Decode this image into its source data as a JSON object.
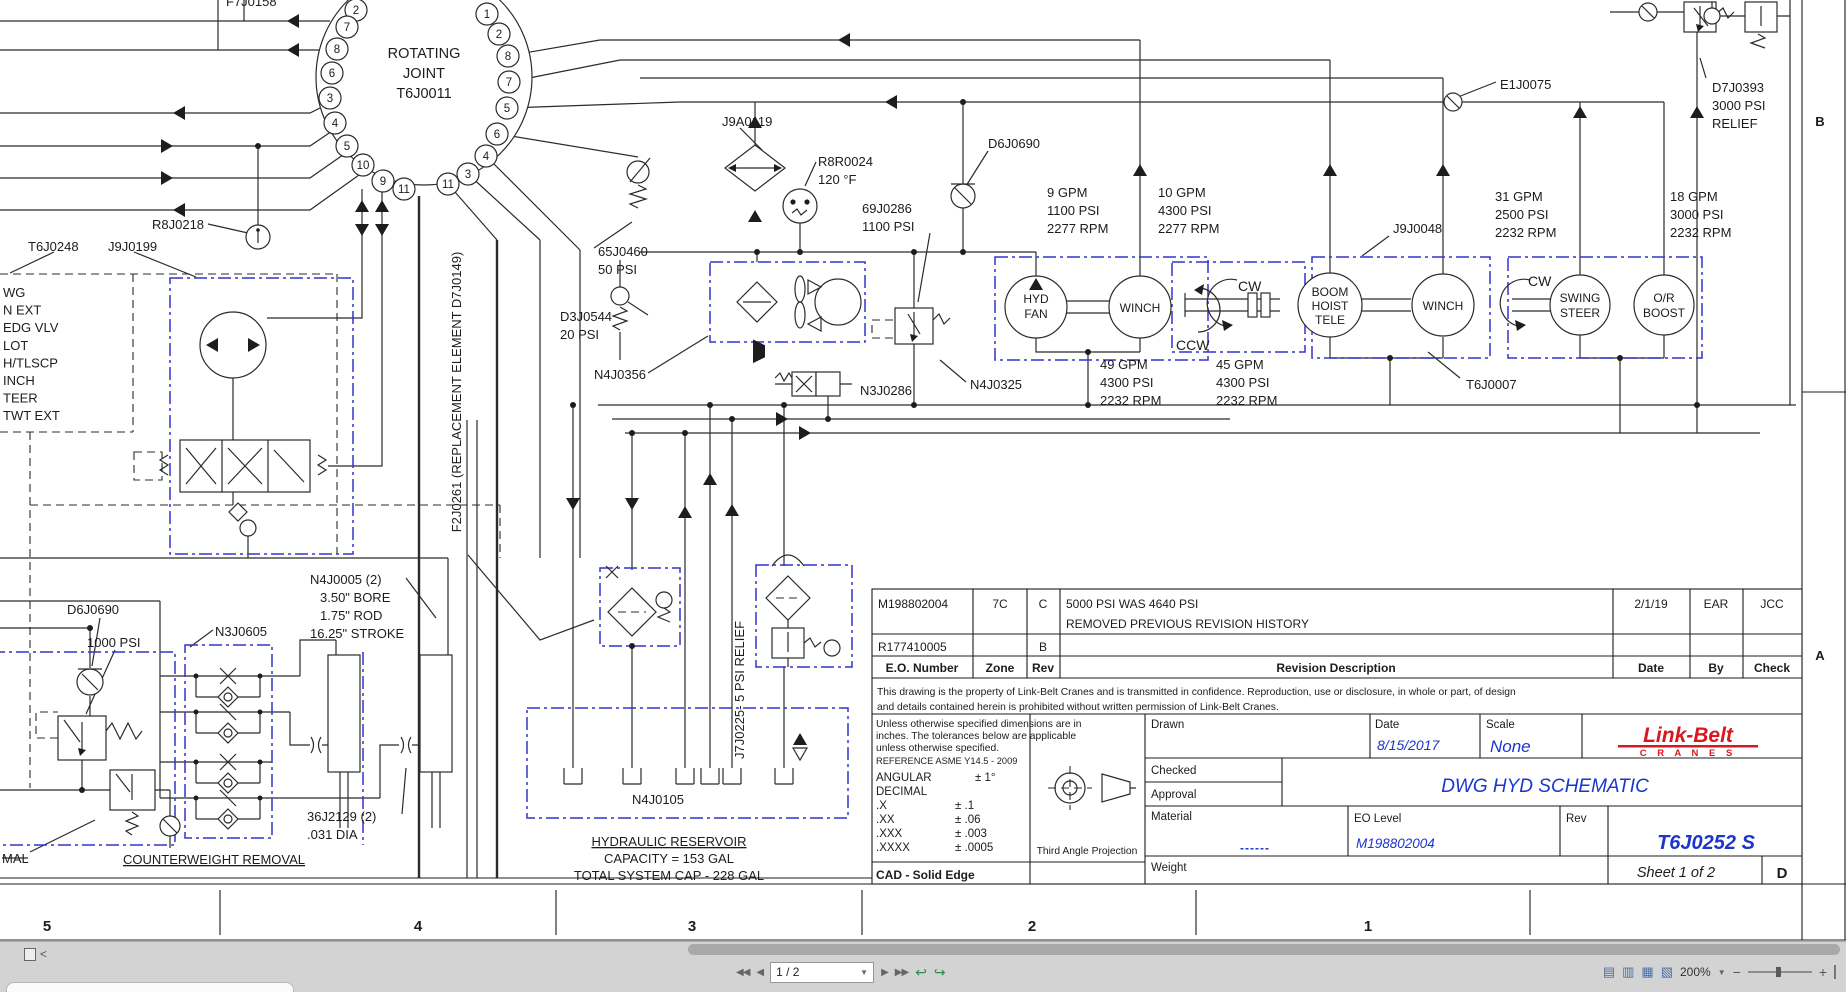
{
  "toolbar": {
    "page": "1 / 2",
    "zoom": "200%",
    "collapse": "<",
    "first": "◀◀",
    "prev": "◀",
    "next": "▶",
    "last": "▶▶",
    "caret": "▼",
    "hist_back": "↩",
    "hist_fwd": "↪",
    "view_icons": [
      "▤",
      "▥",
      "▦",
      "▧"
    ],
    "minus": "−",
    "plus": "+"
  },
  "sheet": {
    "cols": [
      "5",
      "4",
      "3",
      "2",
      "1"
    ],
    "row_b": "B",
    "row_a": "A"
  },
  "joint": {
    "l1": "ROTATING",
    "l2": "JOINT",
    "l3": "T6J0011",
    "left_ports": [
      "2",
      "7",
      "8",
      "6",
      "3",
      "4",
      "5",
      "10",
      "9",
      "11"
    ],
    "right_ports": [
      "1",
      "2",
      "8",
      "7",
      "5",
      "6",
      "4",
      "3",
      "11"
    ]
  },
  "left_panel": [
    "WG",
    "N EXT",
    "EDG VLV",
    "LOT",
    "H/TLSCP",
    "INCH",
    "TEER",
    "TWT EXT"
  ],
  "labels": {
    "f7j0158": "F7J0158",
    "r8j0218": "R8J0218",
    "t6j0248": "T6J0248",
    "j9j0199": "J9J0199",
    "j9a0119": "J9A0119",
    "r8r0024": "R8R0024",
    "r8r0024_temp": "120 °F",
    "l65j0460": "65J0460",
    "l65j0460_psi": "50 PSI",
    "d3j0544": "D3J0544",
    "d3j0544_psi": "20 PSI",
    "n4j0356": "N4J0356",
    "d6j0690_top": "D6J0690",
    "l69j0286": "69J0286",
    "l69j0286_psi": "1100 PSI",
    "p1_gpm": "9 GPM",
    "p1_psi": "1100 PSI",
    "p1_rpm": "2277 RPM",
    "p2_gpm": "10 GPM",
    "p2_psi": "4300 PSI",
    "p2_rpm": "2277 RPM",
    "p3_gpm": "31 GPM",
    "p3_psi": "2500 PSI",
    "p3_rpm": "2232 RPM",
    "p4_gpm": "18 GPM",
    "p4_psi": "3000 PSI",
    "p4_rpm": "2232 RPM",
    "p5_gpm": "49 GPM",
    "p5_psi": "4300 PSI",
    "p5_rpm": "2232 RPM",
    "p6_gpm": "45 GPM",
    "p6_psi": "4300 PSI",
    "p6_rpm": "2232 RPM",
    "hyd1": "HYD",
    "hyd2": "FAN",
    "winch1": "WINCH",
    "boom1": "BOOM",
    "boom2": "HOIST",
    "boom3": "TELE",
    "winch2": "WINCH",
    "swing1": "SWING",
    "swing2": "STEER",
    "boost1": "O/R",
    "boost2": "BOOST",
    "ccw": "CCW",
    "cw1": "CW",
    "cw2": "CW",
    "j9j0048": "J9J0048",
    "n3j0286": "N3J0286",
    "n4j0325": "N4J0325",
    "t6j0007": "T6J0007",
    "e1j0075": "E1J0075",
    "d7j0393_1": "D7J0393",
    "d7j0393_2": "3000 PSI",
    "d7j0393_3": "RELIEF",
    "f2j0261": "F2J0261 (REPLACEMENT ELEMENT D7J0149)",
    "j7j0225": "J7J0225- 5 PSI RELIEF",
    "n4j0005_1": "N4J0005 (2)",
    "n4j0005_2": "3.50\" BORE",
    "n4j0005_3": "1.75\" ROD",
    "n4j0005_4": "16.25\" STROKE",
    "d6j0690_bot": "D6J0690",
    "psi1000": "1000 PSI",
    "n3j0605": "N3J0605",
    "j36j2129": "36J2129 (2)",
    "dia031": ".031 DIA",
    "mal": "MAL",
    "counterweight": "COUNTERWEIGHT REMOVAL",
    "n4j0105": "N4J0105",
    "reservoir": "HYDRAULIC RESERVOIR",
    "capacity": "CAPACITY = 153 GAL",
    "total_cap": "TOTAL SYSTEM CAP - 228 GAL"
  },
  "title_block": {
    "revisions": [
      {
        "eo": "M198802004",
        "zone": "7C",
        "rev": "C",
        "desc1": "5000 PSI WAS 4640 PSI",
        "desc2": "REMOVED PREVIOUS REVISION HISTORY",
        "date": "2/1/19",
        "by": "EAR",
        "check": "JCC"
      },
      {
        "eo": "R177410005",
        "zone": "",
        "rev": "B",
        "desc1": "",
        "desc2": "",
        "date": "",
        "by": "",
        "check": ""
      }
    ],
    "headers": {
      "eo": "E.O. Number",
      "zone": "Zone",
      "rev": "Rev",
      "desc": "Revision Description",
      "date": "Date",
      "by": "By",
      "check": "Check"
    },
    "disclaimer1": "This drawing is the property of Link-Belt Cranes and is transmitted in confidence. Reproduction, use or disclosure, in whole or part, of design",
    "disclaimer2": "and details contained herein is prohibited without written permission of Link-Belt Cranes.",
    "tol1": "Unless otherwise specified dimensions are in",
    "tol2": "inches.  The tolerances below are applicable",
    "tol3": "unless otherwise specified.",
    "tol_ref": "REFERENCE ASME Y14.5 - 2009",
    "angular": "ANGULAR",
    "angular_v": "±  1°",
    "decimal": "DECIMAL",
    "tx": ".X",
    "tx_v": "±  .1",
    "txx": ".XX",
    "txx_v": "±  .06",
    "txxx": ".XXX",
    "txxx_v": "±  .003",
    "txxxx": ".XXXX",
    "txxxx_v": "±  .0005",
    "projection": "Third Angle Projection",
    "cad": "CAD - Solid Edge",
    "drawn": "Drawn",
    "checked": "Checked",
    "approval": "Approval",
    "material": "Material",
    "material_v": "------",
    "weight": "Weight",
    "date_l": "Date",
    "date_v": "8/15/2017",
    "scale_l": "Scale",
    "scale_v": "None",
    "brand": "Link-Belt",
    "brand2": "C R A N E S",
    "title": "DWG HYD SCHEMATIC",
    "eo_l": "EO Level",
    "eo_v": "M198802004",
    "rev_l": "Rev",
    "number": "T6J0252 S",
    "sheet": "Sheet 1 of 2",
    "size": "D"
  }
}
